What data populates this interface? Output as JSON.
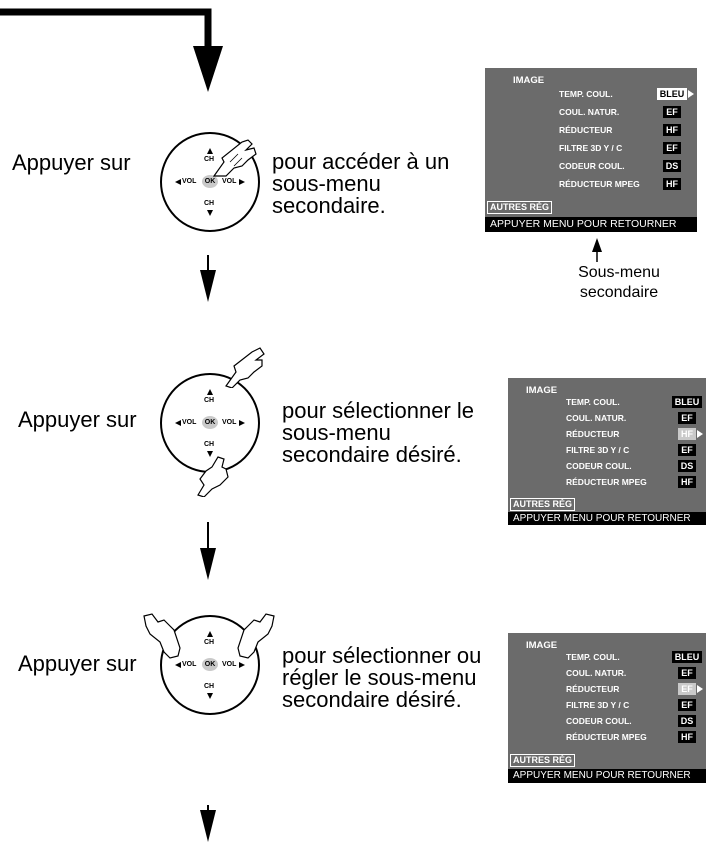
{
  "step1": {
    "label": "Appuyer sur",
    "desc_lines": [
      "pour accéder à un",
      "sous-menu",
      "secondaire."
    ]
  },
  "step2": {
    "label": "Appuyer sur",
    "desc_lines": [
      "pour sélectionner le",
      "sous-menu",
      "secondaire désiré."
    ]
  },
  "step3": {
    "label": "Appuyer sur",
    "desc_lines": [
      "pour sélectionner ou",
      "régler le sous-menu",
      "secondaire désiré."
    ]
  },
  "caption": [
    "Sous-menu",
    "secondaire"
  ],
  "remote": {
    "ch": "CH",
    "vol": "VOL",
    "ok": "OK"
  },
  "menu": {
    "title": "IMAGE",
    "rows": [
      {
        "label": "TEMP.  COUL.",
        "value": "BLEU"
      },
      {
        "label": "COUL.  NATUR.",
        "value": "EF"
      },
      {
        "label": "RÉDUCTEUR",
        "value": "HF"
      },
      {
        "label": "FILTRE 3D  Y / C",
        "value": "EF"
      },
      {
        "label": "CODEUR  COUL.",
        "value": "DS"
      },
      {
        "label": "RÉDUCTEUR  MPEG",
        "value": "HF"
      }
    ],
    "row3_value_step3": "EF",
    "autres": "AUTRES RÉG",
    "bottom": "APPUYER MENU POUR RETOURNER"
  },
  "colors": {
    "menu_bg": "#6b6b6b",
    "highlight": "#ffffff",
    "ok_button": "#c9c9c9"
  }
}
